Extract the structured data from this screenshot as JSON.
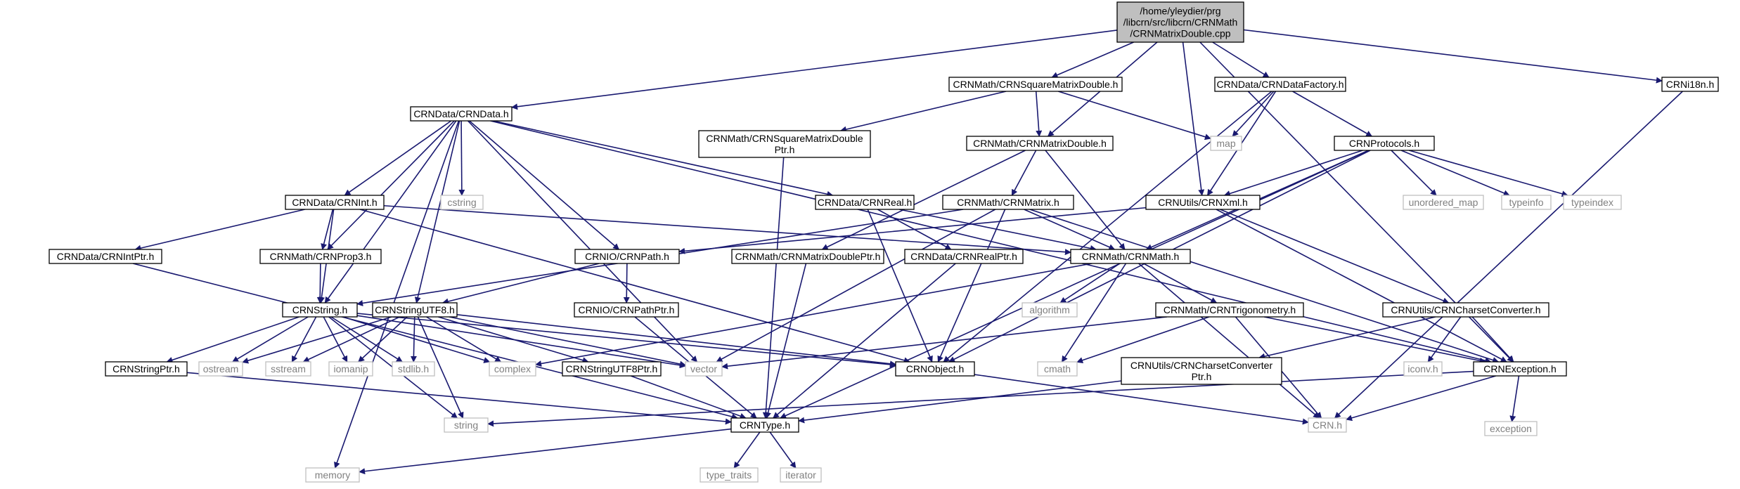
{
  "colors": {
    "edge": "#191970",
    "box_stroke": "#000000",
    "box_fill": "#ffffff",
    "root_fill": "#bfbfbf",
    "system_stroke": "#bfbfbf",
    "system_text": "#808080",
    "text": "#000000"
  },
  "graph": {
    "nodes": [
      {
        "id": "root",
        "kind": "root",
        "lines": [
          "/home/yleydier/prg",
          "/libcrn/src/libcrn/CRNMath",
          "/CRNMatrixDouble.cpp"
        ]
      },
      {
        "id": "crndata",
        "kind": "file",
        "lines": [
          "CRNData/CRNData.h"
        ]
      },
      {
        "id": "sqmatrix",
        "kind": "file",
        "lines": [
          "CRNMath/CRNSquareMatrixDouble.h"
        ]
      },
      {
        "id": "datafactory",
        "kind": "file",
        "lines": [
          "CRNData/CRNDataFactory.h"
        ]
      },
      {
        "id": "i18n",
        "kind": "file",
        "lines": [
          "CRNi18n.h"
        ]
      },
      {
        "id": "sqmatrixptr",
        "kind": "file",
        "lines": [
          "CRNMath/CRNSquareMatrixDouble",
          "Ptr.h"
        ]
      },
      {
        "id": "matrixdouble",
        "kind": "file",
        "lines": [
          "CRNMath/CRNMatrixDouble.h"
        ]
      },
      {
        "id": "map",
        "kind": "system",
        "lines": [
          "map"
        ]
      },
      {
        "id": "protocols",
        "kind": "file",
        "lines": [
          "CRNProtocols.h"
        ]
      },
      {
        "id": "crnint",
        "kind": "file",
        "lines": [
          "CRNData/CRNInt.h"
        ]
      },
      {
        "id": "cstring",
        "kind": "system",
        "lines": [
          "cstring"
        ]
      },
      {
        "id": "crnreal",
        "kind": "file",
        "lines": [
          "CRNData/CRNReal.h"
        ]
      },
      {
        "id": "crnmatrix",
        "kind": "file",
        "lines": [
          "CRNMath/CRNMatrix.h"
        ]
      },
      {
        "id": "crnxml",
        "kind": "file",
        "lines": [
          "CRNUtils/CRNXml.h"
        ]
      },
      {
        "id": "unordered_map",
        "kind": "system",
        "lines": [
          "unordered_map"
        ]
      },
      {
        "id": "typeinfo",
        "kind": "system",
        "lines": [
          "typeinfo"
        ]
      },
      {
        "id": "typeindex",
        "kind": "system",
        "lines": [
          "typeindex"
        ]
      },
      {
        "id": "crnintptr",
        "kind": "file",
        "lines": [
          "CRNData/CRNIntPtr.h"
        ]
      },
      {
        "id": "crnprop3",
        "kind": "file",
        "lines": [
          "CRNMath/CRNProp3.h"
        ]
      },
      {
        "id": "crnpath",
        "kind": "file",
        "lines": [
          "CRNIO/CRNPath.h"
        ]
      },
      {
        "id": "matrixdoubleptr",
        "kind": "file",
        "lines": [
          "CRNMath/CRNMatrixDoublePtr.h"
        ]
      },
      {
        "id": "realptr",
        "kind": "file",
        "lines": [
          "CRNData/CRNRealPtr.h"
        ]
      },
      {
        "id": "crnmath",
        "kind": "file",
        "lines": [
          "CRNMath/CRNMath.h"
        ]
      },
      {
        "id": "crnstring",
        "kind": "file",
        "lines": [
          "CRNString.h"
        ]
      },
      {
        "id": "stringutf8",
        "kind": "file",
        "lines": [
          "CRNStringUTF8.h"
        ]
      },
      {
        "id": "pathptr",
        "kind": "file",
        "lines": [
          "CRNIO/CRNPathPtr.h"
        ]
      },
      {
        "id": "algorithm",
        "kind": "system",
        "lines": [
          "algorithm"
        ]
      },
      {
        "id": "trigonometry",
        "kind": "file",
        "lines": [
          "CRNMath/CRNTrigonometry.h"
        ]
      },
      {
        "id": "charsetconv",
        "kind": "file",
        "lines": [
          "CRNUtils/CRNCharsetConverter.h"
        ]
      },
      {
        "id": "stringptr",
        "kind": "file",
        "lines": [
          "CRNStringPtr.h"
        ]
      },
      {
        "id": "ostream",
        "kind": "system",
        "lines": [
          "ostream"
        ]
      },
      {
        "id": "sstream",
        "kind": "system",
        "lines": [
          "sstream"
        ]
      },
      {
        "id": "iomanip",
        "kind": "system",
        "lines": [
          "iomanip"
        ]
      },
      {
        "id": "stdlib",
        "kind": "system",
        "lines": [
          "stdlib.h"
        ]
      },
      {
        "id": "complex",
        "kind": "system",
        "lines": [
          "complex"
        ]
      },
      {
        "id": "utf8ptr",
        "kind": "file",
        "lines": [
          "CRNStringUTF8Ptr.h"
        ]
      },
      {
        "id": "vector",
        "kind": "system",
        "lines": [
          "vector"
        ]
      },
      {
        "id": "crnobject",
        "kind": "file",
        "lines": [
          "CRNObject.h"
        ]
      },
      {
        "id": "cmath",
        "kind": "system",
        "lines": [
          "cmath"
        ]
      },
      {
        "id": "charsetconvptr",
        "kind": "file",
        "lines": [
          "CRNUtils/CRNCharsetConverter",
          "Ptr.h"
        ]
      },
      {
        "id": "iconv",
        "kind": "system",
        "lines": [
          "iconv.h"
        ]
      },
      {
        "id": "crnexception",
        "kind": "file",
        "lines": [
          "CRNException.h"
        ]
      },
      {
        "id": "string",
        "kind": "system",
        "lines": [
          "string"
        ]
      },
      {
        "id": "crntype",
        "kind": "file",
        "lines": [
          "CRNType.h"
        ]
      },
      {
        "id": "crnh",
        "kind": "system",
        "lines": [
          "CRN.h"
        ]
      },
      {
        "id": "exception",
        "kind": "system",
        "lines": [
          "exception"
        ]
      },
      {
        "id": "memory",
        "kind": "system",
        "lines": [
          "memory"
        ]
      },
      {
        "id": "type_traits",
        "kind": "system",
        "lines": [
          "type_traits"
        ]
      },
      {
        "id": "iterator",
        "kind": "system",
        "lines": [
          "iterator"
        ]
      }
    ],
    "edges": [
      [
        "root",
        "crndata"
      ],
      [
        "root",
        "sqmatrix"
      ],
      [
        "root",
        "matrixdouble"
      ],
      [
        "root",
        "datafactory"
      ],
      [
        "root",
        "crnxml"
      ],
      [
        "root",
        "i18n"
      ],
      [
        "root",
        "crnexception"
      ],
      [
        "crndata",
        "memory"
      ],
      [
        "crndata",
        "crnstring"
      ],
      [
        "crndata",
        "crnprop3"
      ],
      [
        "crndata",
        "crnint"
      ],
      [
        "crndata",
        "cstring"
      ],
      [
        "crndata",
        "stringutf8"
      ],
      [
        "crndata",
        "crnpath"
      ],
      [
        "crndata",
        "vector"
      ],
      [
        "crndata",
        "crnreal"
      ],
      [
        "crndata",
        "crnexception"
      ],
      [
        "sqmatrix",
        "sqmatrixptr"
      ],
      [
        "sqmatrix",
        "matrixdouble"
      ],
      [
        "sqmatrix",
        "map"
      ],
      [
        "sqmatrixptr",
        "crntype"
      ],
      [
        "matrixdouble",
        "matrixdoubleptr"
      ],
      [
        "matrixdouble",
        "crnmatrix"
      ],
      [
        "matrixdouble",
        "crnmath"
      ],
      [
        "datafactory",
        "map"
      ],
      [
        "datafactory",
        "crnxml"
      ],
      [
        "datafactory",
        "protocols"
      ],
      [
        "datafactory",
        "crnobject"
      ],
      [
        "protocols",
        "crnxml"
      ],
      [
        "protocols",
        "unordered_map"
      ],
      [
        "protocols",
        "typeinfo"
      ],
      [
        "protocols",
        "typeindex"
      ],
      [
        "protocols",
        "crnmath"
      ],
      [
        "protocols",
        "crnobject"
      ],
      [
        "protocols",
        "crntype"
      ],
      [
        "crnint",
        "crnintptr"
      ],
      [
        "crnint",
        "crnprop3"
      ],
      [
        "crnint",
        "crnstring"
      ],
      [
        "crnint",
        "crnmath"
      ],
      [
        "crnint",
        "crnobject"
      ],
      [
        "crnreal",
        "realptr"
      ],
      [
        "crnreal",
        "crnmath"
      ],
      [
        "crnreal",
        "crnobject"
      ],
      [
        "crnmatrix",
        "crnstring"
      ],
      [
        "crnmatrix",
        "crnmath"
      ],
      [
        "crnmatrix",
        "vector"
      ],
      [
        "crnmatrix",
        "crnobject"
      ],
      [
        "crnmatrix",
        "crnexception"
      ],
      [
        "crnxml",
        "crnpath"
      ],
      [
        "crnxml",
        "charsetconv"
      ],
      [
        "crnxml",
        "crnexception"
      ],
      [
        "crnintptr",
        "crntype"
      ],
      [
        "crnprop3",
        "crnstring"
      ],
      [
        "crnpath",
        "pathptr"
      ],
      [
        "crnpath",
        "stringutf8"
      ],
      [
        "matrixdoubleptr",
        "crntype"
      ],
      [
        "realptr",
        "crntype"
      ],
      [
        "crnmath",
        "complex"
      ],
      [
        "crnmath",
        "algorithm"
      ],
      [
        "crnmath",
        "trigonometry"
      ],
      [
        "crnmath",
        "cmath"
      ],
      [
        "crnmath",
        "crnh"
      ],
      [
        "crnstring",
        "stringptr"
      ],
      [
        "crnstring",
        "ostream"
      ],
      [
        "crnstring",
        "sstream"
      ],
      [
        "crnstring",
        "iomanip"
      ],
      [
        "crnstring",
        "stdlib"
      ],
      [
        "crnstring",
        "complex"
      ],
      [
        "crnstring",
        "vector"
      ],
      [
        "crnstring",
        "crnobject"
      ],
      [
        "crnstring",
        "string"
      ],
      [
        "stringutf8",
        "ostream"
      ],
      [
        "stringutf8",
        "sstream"
      ],
      [
        "stringutf8",
        "iomanip"
      ],
      [
        "stringutf8",
        "stdlib"
      ],
      [
        "stringutf8",
        "complex"
      ],
      [
        "stringutf8",
        "vector"
      ],
      [
        "stringutf8",
        "crnobject"
      ],
      [
        "stringutf8",
        "utf8ptr"
      ],
      [
        "stringutf8",
        "string"
      ],
      [
        "pathptr",
        "crntype"
      ],
      [
        "trigonometry",
        "vector"
      ],
      [
        "trigonometry",
        "cmath"
      ],
      [
        "trigonometry",
        "crnh"
      ],
      [
        "trigonometry",
        "crnexception"
      ],
      [
        "charsetconv",
        "charsetconvptr"
      ],
      [
        "charsetconv",
        "iconv"
      ],
      [
        "charsetconv",
        "crnexception"
      ],
      [
        "stringptr",
        "crntype"
      ],
      [
        "utf8ptr",
        "crntype"
      ],
      [
        "charsetconvptr",
        "crntype"
      ],
      [
        "crnobject",
        "crnh"
      ],
      [
        "crnexception",
        "string"
      ],
      [
        "crnexception",
        "crnh"
      ],
      [
        "crnexception",
        "exception"
      ],
      [
        "i18n",
        "crnh"
      ],
      [
        "crntype",
        "memory"
      ],
      [
        "crntype",
        "type_traits"
      ],
      [
        "crntype",
        "iterator"
      ]
    ]
  }
}
